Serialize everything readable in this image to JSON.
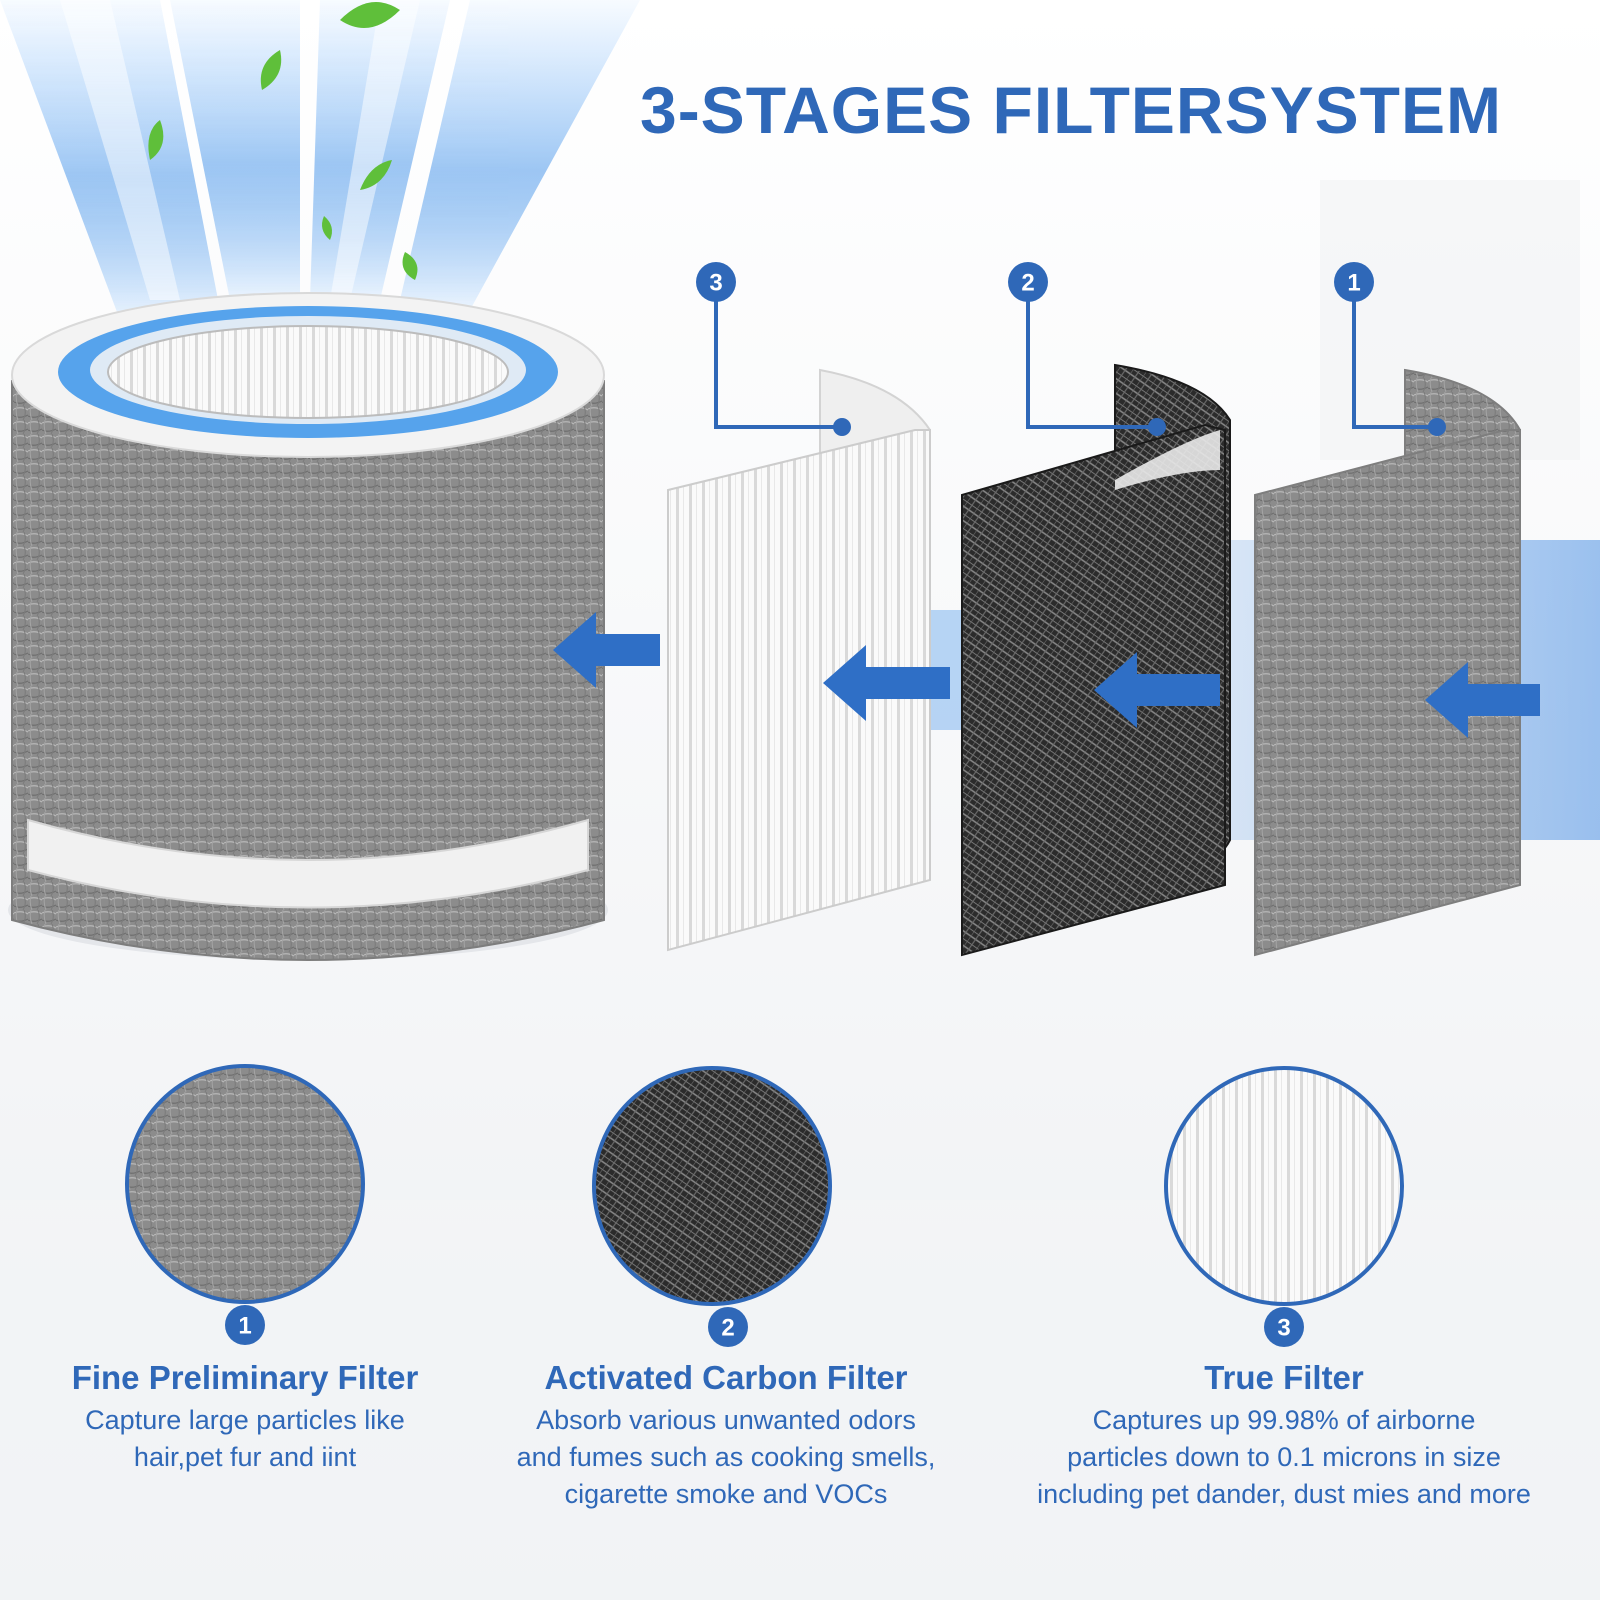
{
  "title": "3-STAGES FILTERSYSTEM",
  "colors": {
    "accent": "#2f68b8",
    "text": "#2f68b8",
    "airflow": "#3b8ee8",
    "leaf": "#5fbf3a",
    "pre_filter": "#8d8d8d",
    "carbon_filter": "#2a2a2a",
    "true_filter": "#f7f7f7"
  },
  "stack_badges": [
    "3",
    "2",
    "1"
  ],
  "features": [
    {
      "number": "1",
      "title": "Fine Preliminary Filter",
      "lines": [
        "Capture large particles like",
        "hair,pet fur and iint"
      ]
    },
    {
      "number": "2",
      "title": "Activated Carbon Filter",
      "lines": [
        "Absorb various unwanted odors",
        "and fumes such as cooking smells,",
        "cigarette smoke and VOCs"
      ]
    },
    {
      "number": "3",
      "title": "True Filter",
      "lines": [
        "Captures up 99.98% of airborne",
        "particles down to 0.1 microns in size",
        "including pet dander, dust mies and more"
      ]
    }
  ],
  "icons": {
    "airflow": "arrow-left-icon",
    "leaves": "leaf-icon"
  }
}
